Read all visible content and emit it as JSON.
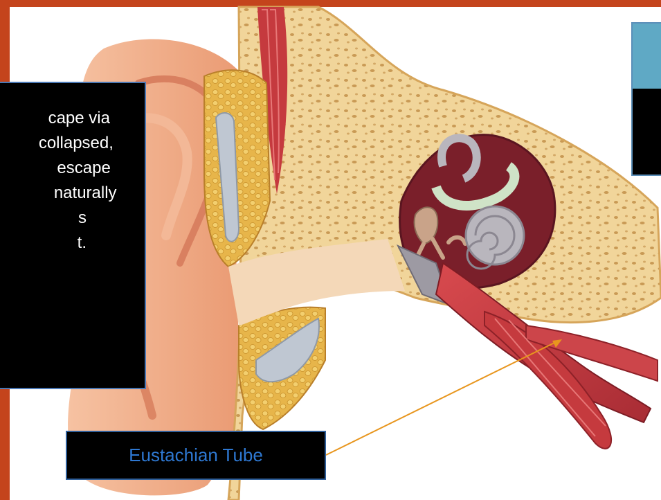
{
  "left_text": {
    "lines": [
      "cape via",
      "collapsed,",
      "escape",
      "naturally",
      "s",
      "t."
    ]
  },
  "label": {
    "text": "Eustachian Tube"
  },
  "colors": {
    "frame_orange": "#c4441c",
    "title_band": "#5fa9c5",
    "label_text": "#2e78d2",
    "arrow": "#e8961e",
    "skin": "#efab88",
    "bone": "#f1d59a",
    "muscle": "#c53a3e",
    "cartilage": "#bfc7d2"
  }
}
